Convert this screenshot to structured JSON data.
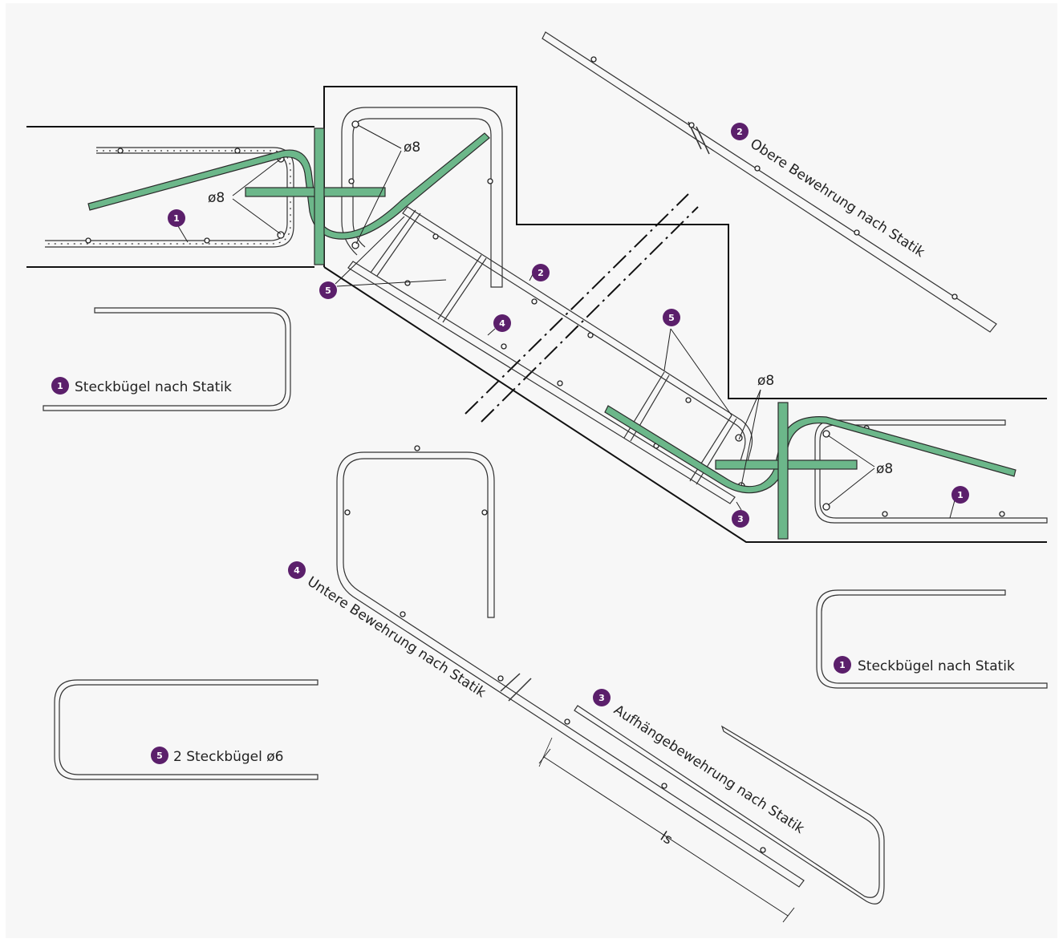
{
  "colors": {
    "badge": "#5b1f6b",
    "bar_green": "#6cb78a",
    "bar_outline": "#2a2a2a",
    "background": "#f7f7f7"
  },
  "badges": {
    "b1": "1",
    "b2": "2",
    "b3": "3",
    "b4": "4",
    "b5": "5"
  },
  "labels": {
    "steckbuegel_left": "Steckbügel nach Statik",
    "steckbuegel_right": "Steckbügel nach Statik",
    "obere": "Obere Bewehrung nach Statik",
    "untere": "Untere Bewehrung nach Statik",
    "aufhaenge": "Aufhängebewehrung nach Statik",
    "steckbuegel_o6": "2 Steckbügel ø6",
    "dia_a": "ø8",
    "dia_b": "ø8",
    "dia_c": "ø8",
    "dia_d": "ø8",
    "ls": "ls"
  }
}
